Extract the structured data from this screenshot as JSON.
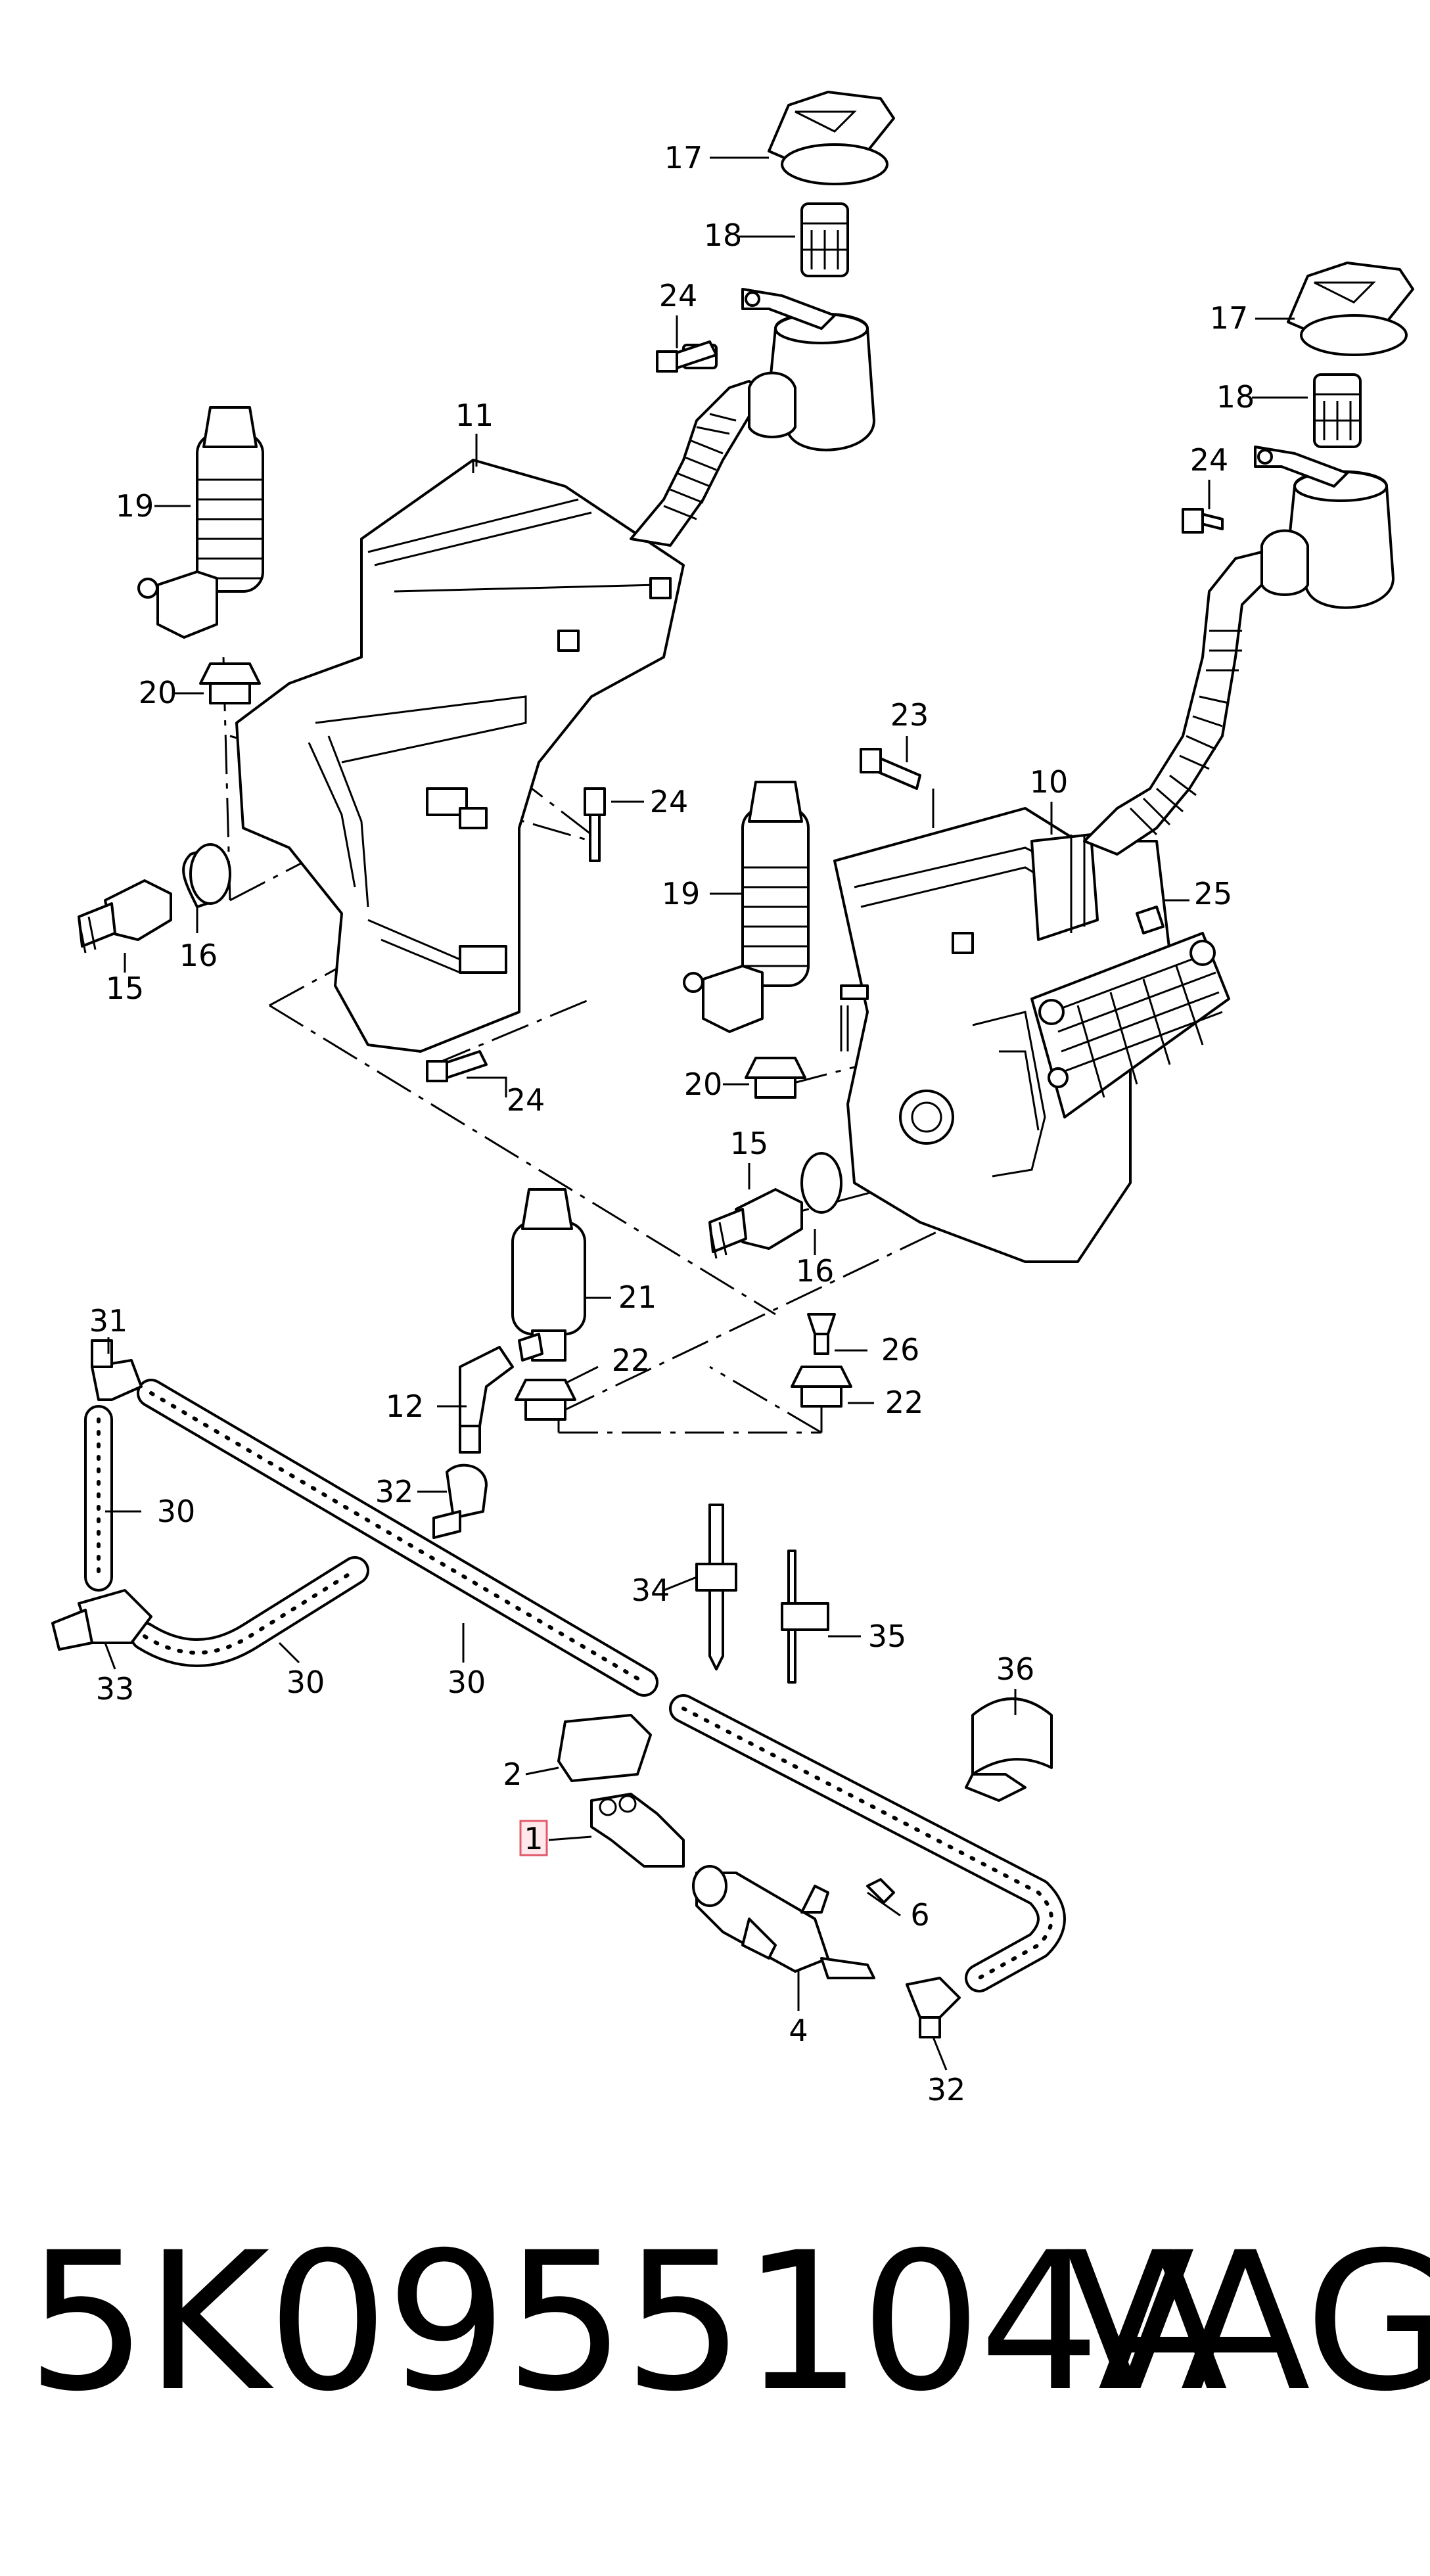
{
  "callouts": {
    "p17a": "17",
    "p18a": "18",
    "p24a": "24",
    "p11": "11",
    "p19a": "19",
    "p20a": "20",
    "p24b": "24",
    "p15a": "15",
    "p16a": "16",
    "p24c": "24",
    "p17b": "17",
    "p18b": "18",
    "p24d": "24",
    "p23": "23",
    "p10": "10",
    "p25": "25",
    "p19b": "19",
    "p20b": "20",
    "p15b": "15",
    "p16b": "16",
    "p21": "21",
    "p22a": "22",
    "p26": "26",
    "p22b": "22",
    "p12": "12",
    "p31": "31",
    "p30a": "30",
    "p32a": "32",
    "p34": "34",
    "p35": "35",
    "p33": "33",
    "p30b": "30",
    "p30c": "30",
    "p36": "36",
    "p2": "2",
    "p1": "1",
    "p6": "6",
    "p4": "4",
    "p32b": "32"
  },
  "highlight_color": "#e05a6a",
  "footer": {
    "part_number": "5K0955104A",
    "brand": "VAG"
  }
}
